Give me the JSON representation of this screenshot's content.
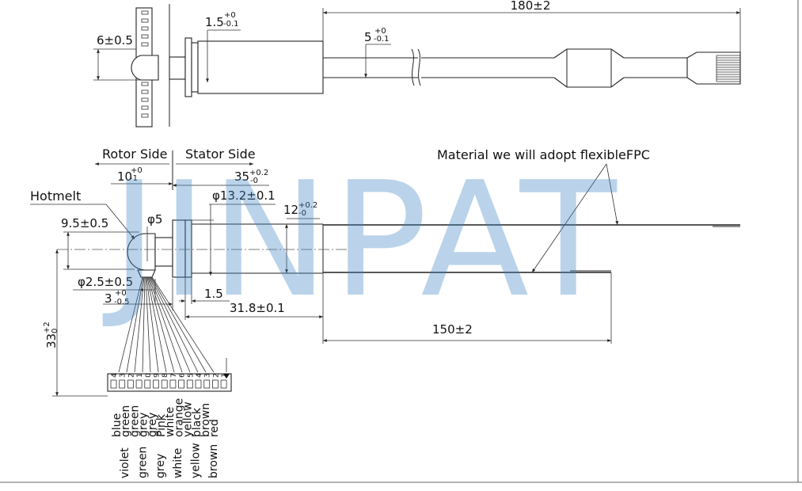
{
  "watermark": "JINPAT",
  "labels": {
    "rotor_side": "Rotor Side",
    "stator_side": "Stator Side",
    "material_note": "Material we will adopt flexibleFPC",
    "hotmelt": "Hotmelt"
  },
  "dimensions": {
    "top_total_length": "180±2",
    "top_height": "6±0.5",
    "top_flange_main": "1.5",
    "top_flange_tol_upper": "+0",
    "top_flange_tol_lower": "-0.1",
    "top_fpc_main": "5",
    "top_fpc_tol_upper": "+0",
    "top_fpc_tol_lower": "-0.1",
    "rotor_len_main": "10",
    "rotor_len_tol_upper": "+0",
    "rotor_len_tol_lower": "-1",
    "stator_len_main": "35",
    "stator_len_tol_upper": "+0.2",
    "stator_len_tol_lower": "-0",
    "flange_dia": "φ13.2±0.1",
    "body_height_main": "12",
    "body_height_tol_upper": "+0.2",
    "body_height_tol_lower": "-0",
    "shaft_dia": "φ5",
    "rotor_dia": "9.5±0.5",
    "hole_dia": "φ2.5±0.5",
    "shaft_len_main": "3",
    "shaft_len_tol_upper": "+0",
    "shaft_len_tol_lower": "-0.5",
    "flange_thk": "1.5",
    "stator_body_len": "31.8±0.1",
    "wire_len_main": "33",
    "wire_len_tol_upper": "+2",
    "wire_len_tol_lower": "0",
    "fpc_len": "150±2"
  },
  "connector": {
    "pin_numbers": [
      "4",
      "3",
      "2",
      "1",
      "0",
      "9",
      "8",
      "7",
      "6",
      "5",
      "4",
      "3",
      "2",
      "1"
    ],
    "wire_colors_upper": [
      "blue",
      "green",
      "green",
      "grey",
      "grey",
      "Pink",
      "white",
      "orange",
      "yellow",
      "black",
      "brown",
      "red"
    ],
    "wire_colors_lower": [
      "violet",
      "green",
      "grey",
      "white",
      "yellow",
      "brown"
    ]
  },
  "colors": {
    "watermark": "#3d83c6",
    "line": "#222222"
  }
}
